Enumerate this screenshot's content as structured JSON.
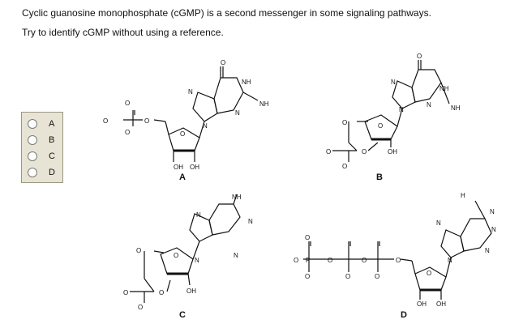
{
  "question": {
    "line1": "Cyclic guanosine monophosphate (cGMP) is a second messenger in some signaling pathways.",
    "line2": "Try to identify cGMP without using a reference."
  },
  "options": [
    "A",
    "B",
    "C",
    "D"
  ],
  "structures": [
    {
      "label": "A",
      "base_atoms": [
        "O",
        "NH",
        "NH",
        "N",
        "N",
        "N"
      ],
      "phosphate_atoms": [
        "O",
        "O",
        "O",
        "O"
      ],
      "sugar_atoms": [
        "O",
        "OH",
        "OH"
      ]
    },
    {
      "label": "B",
      "base_atoms": [
        "O",
        "NH",
        "NH",
        "N",
        "N",
        "N"
      ],
      "phosphate_atoms": [
        "O",
        "O",
        "O",
        "O"
      ],
      "sugar_atoms": [
        "O",
        "OH"
      ]
    },
    {
      "label": "C",
      "base_atoms": [
        "NH",
        "N",
        "N",
        "N",
        "N"
      ],
      "phosphate_atoms": [
        "O",
        "O",
        "O",
        "O"
      ],
      "sugar_atoms": [
        "O",
        "OH"
      ]
    },
    {
      "label": "D",
      "base_atoms": [
        "H",
        "N",
        "N",
        "N",
        "N",
        "N"
      ],
      "phosphate_atoms": [
        "O",
        "P",
        "O",
        "O",
        "O",
        "O",
        "O",
        "O",
        "O"
      ],
      "sugar_atoms": [
        "O",
        "OH",
        "OH"
      ]
    }
  ]
}
